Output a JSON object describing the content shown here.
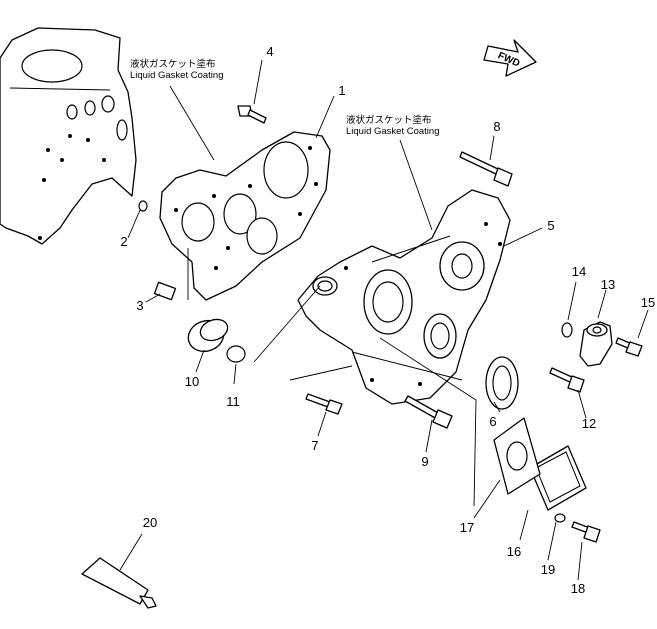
{
  "diagram": {
    "notes": [
      {
        "jp": "液状ガスケット塗布",
        "en": "Liquid Gasket Coating"
      },
      {
        "jp": "液状ガスケット塗布",
        "en": "Liquid Gasket Coating"
      }
    ],
    "direction_label": "FWD",
    "part_numbers": [
      "1",
      "2",
      "3",
      "4",
      "5",
      "6",
      "7",
      "8",
      "9",
      "10",
      "11",
      "12",
      "13",
      "14",
      "15",
      "16",
      "17",
      "18",
      "19",
      "20"
    ]
  }
}
